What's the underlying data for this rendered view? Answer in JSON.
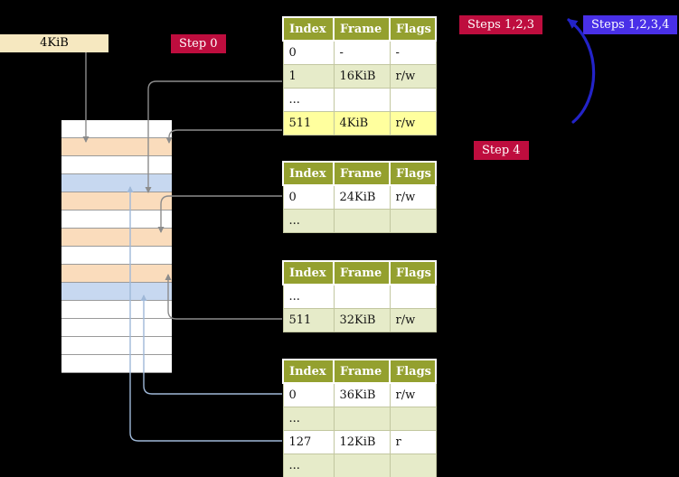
{
  "colors": {
    "background": "#000000",
    "crimson_badge": "#be0d3e",
    "blue_badge": "#4930e8",
    "blue_loop_arrow": "#2323c8",
    "table_header_bg": "#94a02f",
    "row_green": "#e6ebc9",
    "row_highlight_yellow": "#ffff9e",
    "frame_white": "#ffffff",
    "frame_peach": "#fadcbc",
    "frame_blue": "#c7d8f0",
    "connector_gray": "#8c8c8c",
    "connector_light_blue": "#9fb8d8"
  },
  "frame_box": {
    "label": "4KiB"
  },
  "badges": {
    "step0": {
      "label": "Step 0"
    },
    "steps123": {
      "label": "Steps 1,2,3"
    },
    "steps1234": {
      "label": "Steps 1,2,3,4"
    },
    "step4": {
      "label": "Step 4"
    }
  },
  "memory": {
    "frames": [
      "white",
      "peach",
      "white",
      "blue",
      "peach",
      "white",
      "peach",
      "white",
      "peach",
      "blue",
      "white",
      "white",
      "white",
      "white"
    ]
  },
  "tables": [
    {
      "id": "page-table-level-4",
      "headers": [
        "Index",
        "Frame",
        "Flags"
      ],
      "rows": [
        {
          "variant": "white",
          "cells": [
            "0",
            "-",
            "-"
          ]
        },
        {
          "variant": "green",
          "cells": [
            "1",
            "16KiB",
            "r/w"
          ]
        },
        {
          "variant": "white",
          "cells": [
            "...",
            "",
            ""
          ]
        },
        {
          "variant": "highlight",
          "cells": [
            "511",
            "4KiB",
            "r/w"
          ]
        }
      ]
    },
    {
      "id": "page-table-level-3",
      "headers": [
        "Index",
        "Frame",
        "Flags"
      ],
      "rows": [
        {
          "variant": "white",
          "cells": [
            "0",
            "24KiB",
            "r/w"
          ]
        },
        {
          "variant": "green",
          "cells": [
            "...",
            "",
            ""
          ]
        }
      ]
    },
    {
      "id": "page-table-level-2",
      "headers": [
        "Index",
        "Frame",
        "Flags"
      ],
      "rows": [
        {
          "variant": "white",
          "cells": [
            "...",
            "",
            ""
          ]
        },
        {
          "variant": "green",
          "cells": [
            "511",
            "32KiB",
            "r/w"
          ]
        }
      ]
    },
    {
      "id": "page-table-level-1",
      "headers": [
        "Index",
        "Frame",
        "Flags"
      ],
      "rows": [
        {
          "variant": "white",
          "cells": [
            "0",
            "36KiB",
            "r/w"
          ]
        },
        {
          "variant": "green",
          "cells": [
            "...",
            "",
            ""
          ]
        },
        {
          "variant": "white",
          "cells": [
            "127",
            "12KiB",
            "r"
          ]
        },
        {
          "variant": "green",
          "cells": [
            "...",
            "",
            ""
          ]
        }
      ]
    }
  ]
}
